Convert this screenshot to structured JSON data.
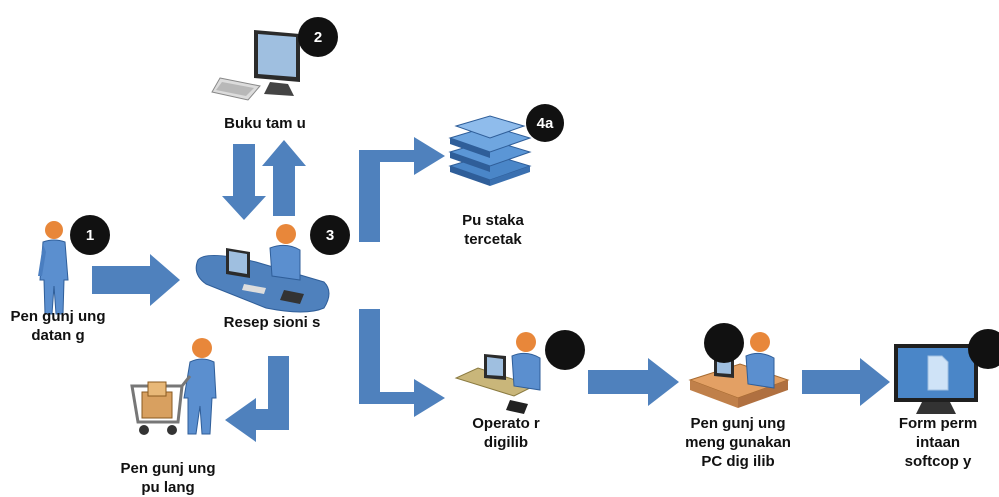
{
  "nodes": {
    "visitor_arrive": "Pen gunj ung\ndatan g",
    "guestbook": "Buku  tam u",
    "receptionist": "Resep sioni s",
    "printed_library": "Pu staka\ntercetak",
    "operator": "Operato r\ndigilib",
    "visitor_pc": "Pen gunj ung\nmeng gunakan\nPC  dig ilib",
    "request_form": "Form  perm\nintaan\nsoftcop y",
    "visitor_leave": "Pen gunj ung\npu lang"
  },
  "badges": {
    "arrive": "1",
    "guestbook": "2",
    "receptionist": "3",
    "printed_library": "4a",
    "operator": "",
    "visitor_pc": "",
    "request_form": ""
  },
  "colors": {
    "arrow": "#4f81bd",
    "person_skin": "#e8873a",
    "person_body": "#5b8fcf",
    "badge": "#111111"
  }
}
